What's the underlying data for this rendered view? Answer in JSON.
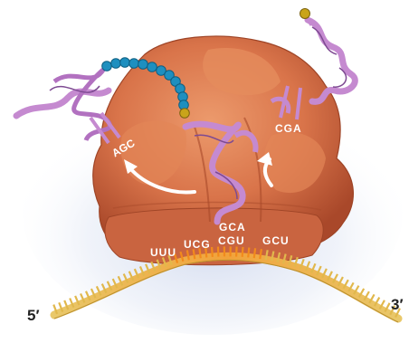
{
  "labels": {
    "five_prime": "5′",
    "three_prime": "3′"
  },
  "codons": {
    "mrna_1": "UUU",
    "mrna_2": "UCG",
    "mrna_3": "CGU",
    "mrna_4": "GCU"
  },
  "anticodons": {
    "exiting_trna": "AGC",
    "peptidyl_trna": "GCA",
    "incoming_trna": "CGA"
  },
  "colors": {
    "ribosome": "#d9744a",
    "ribosome_dark": "#b5532f",
    "mrna": "#e7c460",
    "mrna_highlight": "#f28a1c",
    "trna": "#c58ad0",
    "trna_dark": "#7e4a92",
    "amino_acid": "#1e8fbf",
    "incoming_amino_acid": "#c9a41a",
    "arrow": "#ffffff"
  },
  "icons": {
    "translocation_arrow_left": "curved-arrow-icon",
    "translocation_arrow_right": "curved-arrow-icon"
  }
}
